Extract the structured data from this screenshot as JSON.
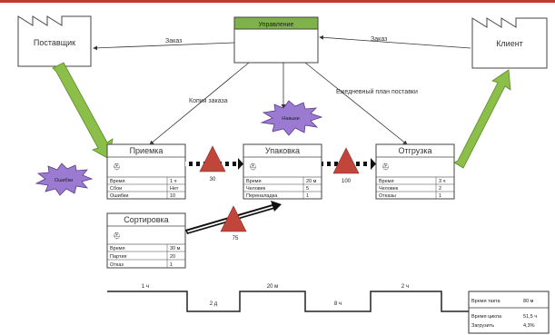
{
  "supplier": "Поставщик",
  "customer": "Клиент",
  "control": "Управление",
  "info_flows": {
    "to_supplier": "Заказ",
    "from_customer": "Заказ",
    "to_receiving": "Копия заказа",
    "to_shipping": "Ежедневный план поставки"
  },
  "kaizen": {
    "errors": "Ошибки",
    "waste": "Навыки"
  },
  "processes": [
    {
      "name": "Приемка",
      "rows": [
        [
          "Время",
          "1 ч"
        ],
        [
          "Сбои",
          "Нет"
        ],
        [
          "Ошибки",
          "10"
        ]
      ]
    },
    {
      "name": "Упаковка",
      "rows": [
        [
          "Время",
          "20 м"
        ],
        [
          "Человек",
          "5"
        ],
        [
          "Переналадка",
          "1"
        ]
      ]
    },
    {
      "name": "Отгрузка",
      "rows": [
        [
          "Время",
          "3 ч"
        ],
        [
          "Человек",
          "2"
        ],
        [
          "Отказы",
          "1"
        ]
      ]
    },
    {
      "name": "Сортировка",
      "rows": [
        [
          "Время",
          "30 м"
        ],
        [
          "Партия",
          "20"
        ],
        [
          "Отказ",
          "1"
        ]
      ]
    }
  ],
  "inventories": [
    "30",
    "100",
    "75"
  ],
  "timeline": {
    "top": [
      "1 ч",
      "20 м",
      "2 ч"
    ],
    "bottom": [
      "2 д",
      "8 ч"
    ]
  },
  "summary": [
    {
      "label": "Время такта",
      "value": "80 м"
    },
    {
      "label": "Время цикла",
      "value": "51,5 ч"
    },
    {
      "label": "Загрузить",
      "value": "4,3%"
    }
  ]
}
